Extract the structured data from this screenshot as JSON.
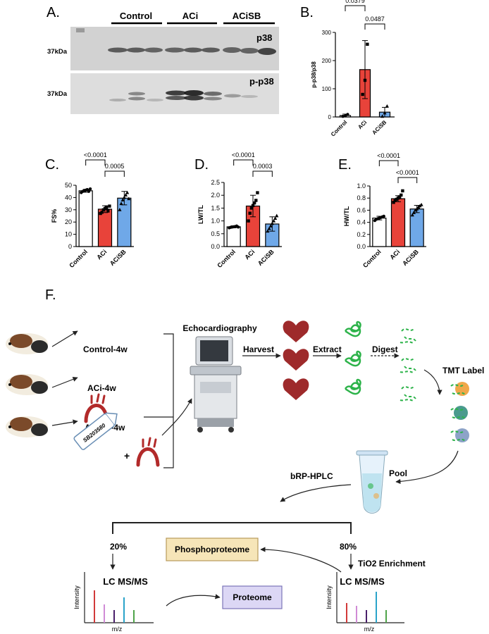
{
  "panels": {
    "A": {
      "letter": "A.",
      "groups": [
        "Control",
        "ACi",
        "ACiSB"
      ],
      "blots": [
        {
          "target": "p38",
          "marker": "37kDa"
        },
        {
          "target": "p-p38",
          "marker": "37kDa"
        }
      ]
    },
    "B": {
      "letter": "B."
    },
    "C": {
      "letter": "C."
    },
    "D": {
      "letter": "D."
    },
    "E": {
      "letter": "E."
    },
    "F": {
      "letter": "F.",
      "conditions": [
        "Control-4w",
        "ACi-4w",
        "ACiSB-4w"
      ],
      "drug_label": "SB203580",
      "plus": "+",
      "steps": {
        "echo": "Echocardiography",
        "harvest": "Harvest",
        "extract": "Extract",
        "digest": "Digest",
        "tmt": "TMT Label",
        "pool": "Pool",
        "hplc": "bRP-HPLC",
        "pct_left": "20%",
        "pct_right": "80%",
        "enrichment": "TiO2 Enrichment",
        "lcms_left": "LC MS/MS",
        "lcms_right": "LC MS/MS"
      },
      "boxes": {
        "phospho": "Phosphoproteome",
        "proteome": "Proteome"
      },
      "spectrum": {
        "ylabel": "Intensity",
        "xlabel": "m/z"
      }
    }
  },
  "colors": {
    "control": "#ffffff",
    "aci": "#e8433a",
    "acisb": "#6fa8e8",
    "phospho_box": "#f6e5b8",
    "proteome_box": "#dcd7f5",
    "heart": "#9e2a2b",
    "protein": "#2db34a"
  },
  "chart_data": [
    {
      "panel": "B",
      "type": "bar",
      "categories": [
        "Control",
        "ACi",
        "ACiSB"
      ],
      "values": [
        5,
        168,
        17
      ],
      "errors": [
        5,
        103,
        17
      ],
      "points": [
        [
          2,
          4,
          9
        ],
        [
          80,
          130,
          258
        ],
        [
          2,
          14,
          38
        ]
      ],
      "ylabel": "p-p38/p38",
      "ylim": [
        0,
        300
      ],
      "yticks": [
        0,
        100,
        200,
        300
      ],
      "comparisons": [
        {
          "from": 0,
          "to": 1,
          "p": "0.0379"
        },
        {
          "from": 1,
          "to": 2,
          "p": "0.0487"
        }
      ]
    },
    {
      "panel": "C",
      "type": "bar",
      "categories": [
        "Control",
        "ACi",
        "ACiSB"
      ],
      "values": [
        45.5,
        30.5,
        39.5
      ],
      "errors": [
        1.2,
        2.8,
        5.5
      ],
      "points": [
        [
          44,
          45,
          45.5,
          46,
          46.5,
          45,
          47
        ],
        [
          27,
          28,
          30,
          31,
          32,
          29,
          33
        ],
        [
          30,
          35,
          38,
          40,
          42,
          44,
          39
        ]
      ],
      "ylabel": "FS%",
      "ylim": [
        0,
        50
      ],
      "yticks": [
        0,
        10,
        20,
        30,
        40,
        50
      ],
      "comparisons": [
        {
          "from": 0,
          "to": 1,
          "p": "<0.0001"
        },
        {
          "from": 1,
          "to": 2,
          "p": "0.0005"
        }
      ]
    },
    {
      "panel": "D",
      "type": "bar",
      "categories": [
        "Control",
        "ACi",
        "ACiSB"
      ],
      "values": [
        0.77,
        1.58,
        0.88
      ],
      "errors": [
        0.04,
        0.42,
        0.28
      ],
      "points": [
        [
          0.73,
          0.75,
          0.76,
          0.77,
          0.78,
          0.8,
          0.76
        ],
        [
          1.0,
          1.3,
          1.5,
          1.6,
          1.7,
          1.8,
          2.1
        ],
        [
          0.6,
          0.7,
          0.8,
          0.9,
          1.0,
          1.1,
          1.2
        ]
      ],
      "ylabel": "LW/TL",
      "ylim": [
        0,
        2.5
      ],
      "yticks": [
        0,
        0.5,
        1.0,
        1.5,
        2.0,
        2.5
      ],
      "ytick_labels": [
        "0.0",
        "0.5",
        "1.0",
        "1.5",
        "2.0",
        "2.5"
      ],
      "comparisons": [
        {
          "from": 0,
          "to": 1,
          "p": "<0.0001"
        },
        {
          "from": 1,
          "to": 2,
          "p": "0.0003"
        }
      ]
    },
    {
      "panel": "E",
      "type": "bar",
      "categories": [
        "Control",
        "ACi",
        "ACiSB"
      ],
      "values": [
        0.47,
        0.79,
        0.62
      ],
      "errors": [
        0.03,
        0.05,
        0.06
      ],
      "points": [
        [
          0.43,
          0.45,
          0.46,
          0.47,
          0.48,
          0.49,
          0.5
        ],
        [
          0.73,
          0.76,
          0.78,
          0.8,
          0.82,
          0.85,
          0.92
        ],
        [
          0.52,
          0.56,
          0.6,
          0.62,
          0.65,
          0.67,
          0.69
        ]
      ],
      "ylabel": "HW/TL",
      "ylim": [
        0,
        1.0
      ],
      "yticks": [
        0,
        0.2,
        0.4,
        0.6,
        0.8,
        1.0
      ],
      "ytick_labels": [
        "0.0",
        "0.2",
        "0.4",
        "0.6",
        "0.8",
        "1.0"
      ],
      "comparisons": [
        {
          "from": 0,
          "to": 1,
          "p": "<0.0001"
        },
        {
          "from": 1,
          "to": 2,
          "p": "<0.0001"
        }
      ]
    }
  ]
}
